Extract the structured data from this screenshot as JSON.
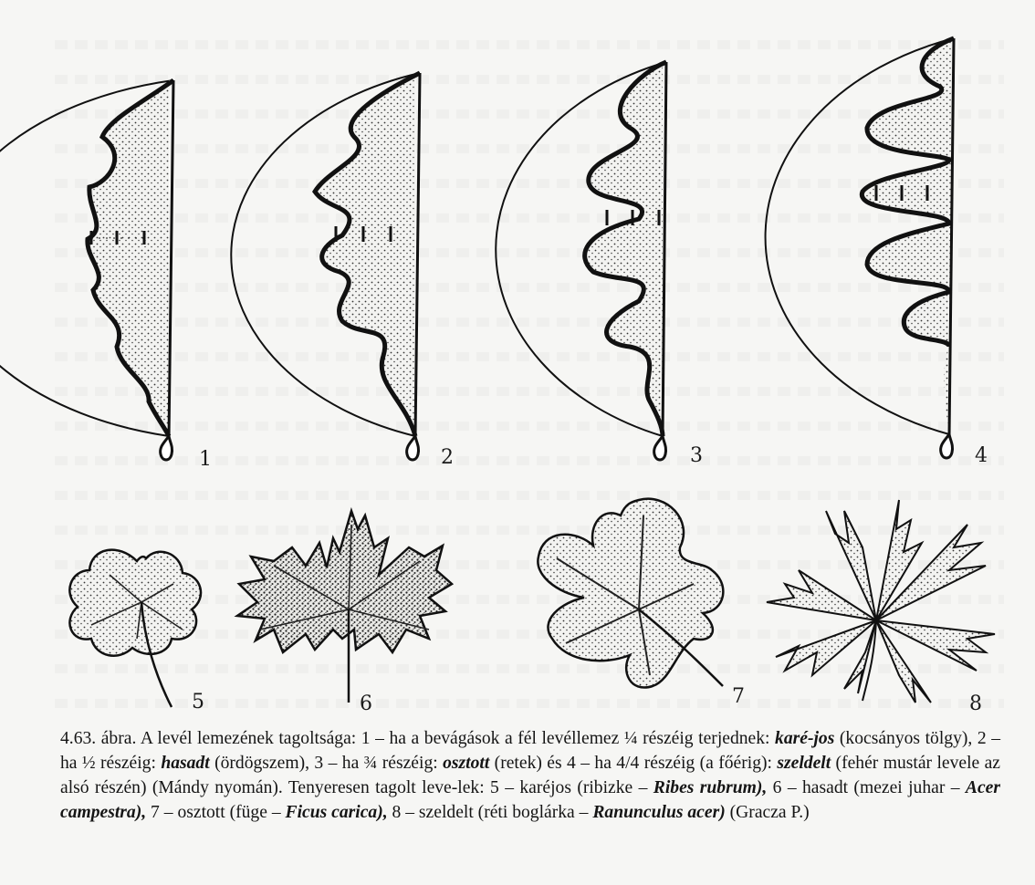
{
  "figure_numbers": [
    "1",
    "2",
    "3",
    "4",
    "5",
    "6",
    "7",
    "8"
  ],
  "caption": {
    "p1": "4.63. ábra. A levél lemezének tagoltsága: 1 – ha a bevágások a fél levéllemez ¼ részéig terjednek: ",
    "t1": "karé-jos",
    "p2": " (kocsányos tölgy), 2 – ha ½ részéig: ",
    "t2": "hasadt",
    "p3": " (ördögszem), 3 – ha ¾ részéig: ",
    "t3": "osztott",
    "p4": " (retek) és 4 – ha 4/4 részéig (a főérig): ",
    "t4": "szeldelt",
    "p5": " (fehér mustár levele az alsó részén) (Mándy nyomán). Tenyeresen tagolt leve-lek: 5 – karéjos (ribizke – ",
    "t5": "Ribes rubrum),",
    "p6": " 6 – hasadt (mezei juhar – ",
    "t6": "Acer campestra),",
    "p7": " 7 – osztott (füge – ",
    "t7": "Ficus carica),",
    "p8": " 8 – szeldelt (réti boglárka – ",
    "t8": "Ranunculus acer)",
    "p9": " (Gracza P.)"
  }
}
